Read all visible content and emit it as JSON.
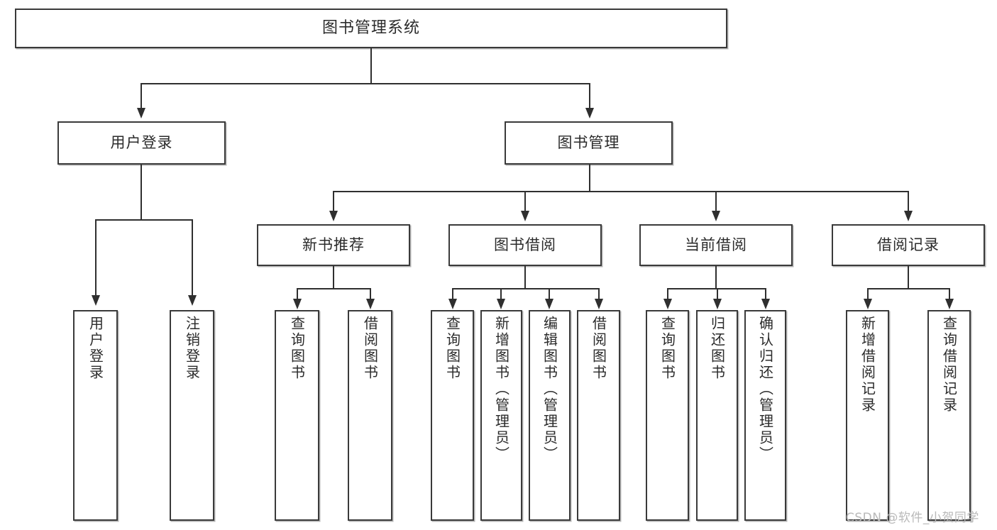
{
  "diagram": {
    "type": "tree",
    "title": "图书管理系统",
    "orientation": "top-down",
    "colors": {
      "box_border": "#3a3a3a",
      "box_fill": "#ffffff",
      "edge": "#2f2f2f",
      "text": "#2b2b2b",
      "watermark": "#b9b9b9",
      "background": "#ffffff"
    },
    "root": {
      "label": "图书管理系统"
    },
    "level2": [
      {
        "label": "用户登录"
      },
      {
        "label": "图书管理"
      }
    ],
    "level3": [
      {
        "label": "新书推荐"
      },
      {
        "label": "图书借阅"
      },
      {
        "label": "当前借阅"
      },
      {
        "label": "借阅记录"
      }
    ],
    "leaves": {
      "user_login": [
        {
          "label": "用户登录"
        },
        {
          "label": "注销登录"
        }
      ],
      "new_book_recommend": [
        {
          "label": "查询图书"
        },
        {
          "label": "借阅图书"
        }
      ],
      "book_borrow": [
        {
          "label": "查询图书"
        },
        {
          "label": "新增图书（管理员）"
        },
        {
          "label": "编辑图书（管理员）"
        },
        {
          "label": "借阅图书"
        }
      ],
      "current_borrow": [
        {
          "label": "查询图书"
        },
        {
          "label": "归还图书"
        },
        {
          "label": "确认归还（管理员）"
        }
      ],
      "borrow_record": [
        {
          "label": "新增借阅记录"
        },
        {
          "label": "查询借阅记录"
        }
      ]
    }
  },
  "watermark": {
    "text": "CSDN @软件_小贺同学"
  }
}
